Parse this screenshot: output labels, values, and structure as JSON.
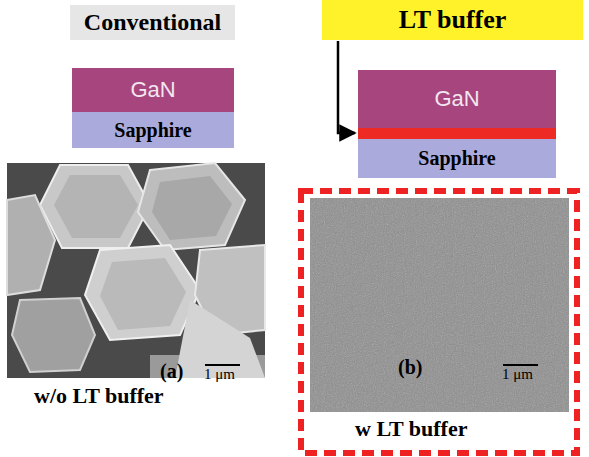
{
  "diagram": {
    "nodes": [
      {
        "text": [
          "Conventional"
        ]
      },
      {
        "text": [
          "GaN"
        ]
      },
      {
        "text": [
          "Sapphire"
        ]
      },
      {
        "text": [
          "LT buffer"
        ]
      },
      {
        "text": [
          "GaN"
        ]
      },
      {
        "text": [
          "Sapphire"
        ]
      }
    ],
    "labels": [
      "(a)",
      "1 μm",
      "w/o LT buffer",
      "(b)",
      "1 μm",
      "w LT buffer"
    ]
  }
}
